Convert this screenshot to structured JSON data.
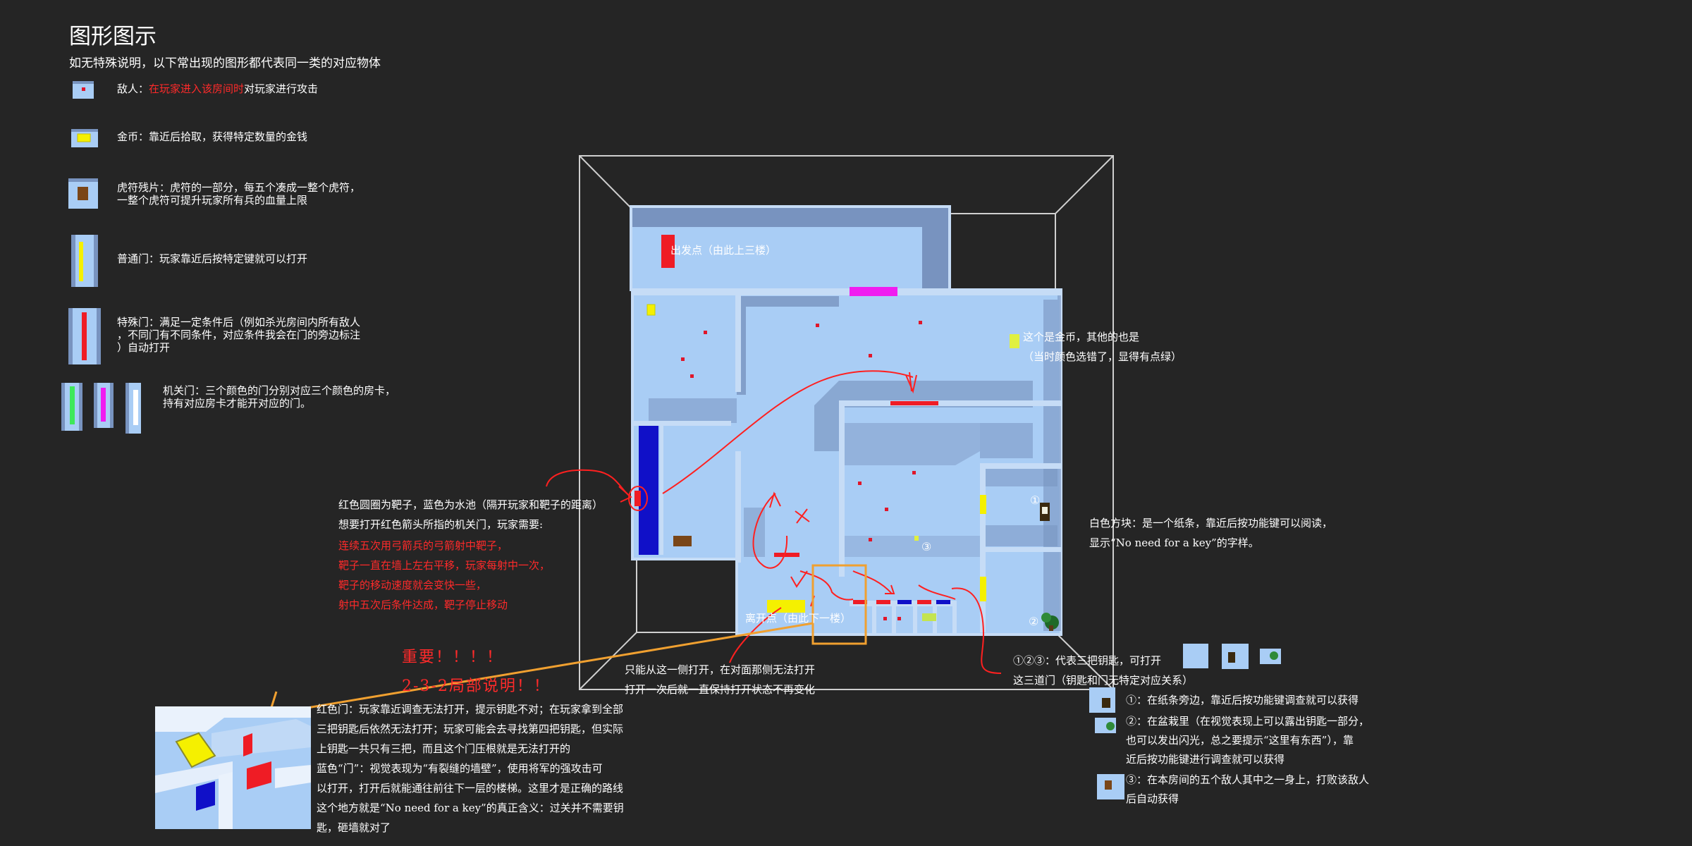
{
  "header": {
    "title": "图形图示",
    "subtitle": "如无特殊说明，以下常出现的图形都代表同一类的对应物体"
  },
  "legend": {
    "enemy": {
      "name": "敌人：",
      "highlight": "在玩家进入该房间时",
      "rest": "对玩家进行攻击"
    },
    "coin": "金币：靠近后拾取，获得特定数量的金钱",
    "tally": "虎符残片：虎符的一部分，每五个凑成一整个虎符，\n一整个虎符可提升玩家所有兵的血量上限",
    "normal_door": "普通门：玩家靠近后按特定键就可以打开",
    "special_door": "特殊门：满足一定条件后（例如杀光房间内所有敌人\n，不同门有不同条件，对应条件我会在门的旁边标注\n）自动打开",
    "mech_door": "机关门：三个颜色的门分别对应三个颜色的房卡，\n持有对应房卡才能开对应的门。"
  },
  "map_labels": {
    "start": "出发点（由此上三楼）",
    "exit": "离开点（由此下一楼）",
    "key1": "①",
    "key2": "②",
    "key3": "③"
  },
  "notes": {
    "coin_note": "这个是金币，其他的也是\n（当时颜色选错了，显得有点绿）",
    "paper_note": "白色方块：是一个纸条，靠近后按功能键可以阅读，\n显示“No need for a key”的字样。",
    "target_intro": "红色圆圈为靶子，蓝色为水池（隔开玩家和靶子的距离）\n想要打开红色箭头所指的机关门，玩家需要:",
    "target_rules": "连续五次用弓箭兵的弓箭射中靶子，\n靶子一直在墙上左右平移，玩家每射中一次，\n靶子的移动速度就会变快一些，\n射中五次后条件达成，靶子停止移动",
    "important": "重要！！！！",
    "part": "2-3-2局部说明！！",
    "one_side": "只能从这一侧打开，在对面那侧无法打开\n打开一次后就一直保持打开状态不再变化",
    "three_doors": "①②③：代表三把钥匙，可打开\n这三道门（钥匙和门无特定对应关系）",
    "key_details": [
      "①：在纸条旁边，靠近后按功能键调查就可以获得",
      "②：在盆栽里（在视觉表现上可以露出钥匙一部分，\n也可以发出闪光，总之要提示“这里有东西”），靠\n近后按功能键进行调查就可以获得",
      "③：在本房间的五个敌人其中之一身上，打败该敌人\n后自动获得"
    ],
    "red_door": "红色门：玩家靠近调查无法打开，提示钥匙不对；在玩家拿到全部\n三把钥匙后依然无法打开；玩家可能会去寻找第四把钥匙，但实际\n上钥匙一共只有三把，而且这个门压根就是无法打开的\n蓝色“门”：视觉表现为“有裂缝的墙壁”，使用将军的强攻击可\n以打开，打开后就能通往前往下一层的楼梯。这里才是正确的路线\n这个地方就是“No need for a key”的真正含义：过关并不需要钥\n匙，砸墙就对了"
  },
  "colors": {
    "background": "#252525",
    "floor": "#a9cdf5",
    "wall_shadow": "#7893bf",
    "enemy": "#e0162a",
    "coin": "#f5f000",
    "special_door": "#ef1c25",
    "mech_green": "#3ee85a",
    "mech_magenta": "#f01df0",
    "mech_white": "#ffffff",
    "water": "#1010c8",
    "annotation_red": "#ff2020",
    "annotation_orange": "#f0a030"
  },
  "icons": [
    "enemy-icon",
    "coin-icon",
    "tally-icon",
    "normal-door-icon",
    "special-door-icon",
    "mech-door-icon",
    "key-icon",
    "plant-icon",
    "paper-icon"
  ]
}
